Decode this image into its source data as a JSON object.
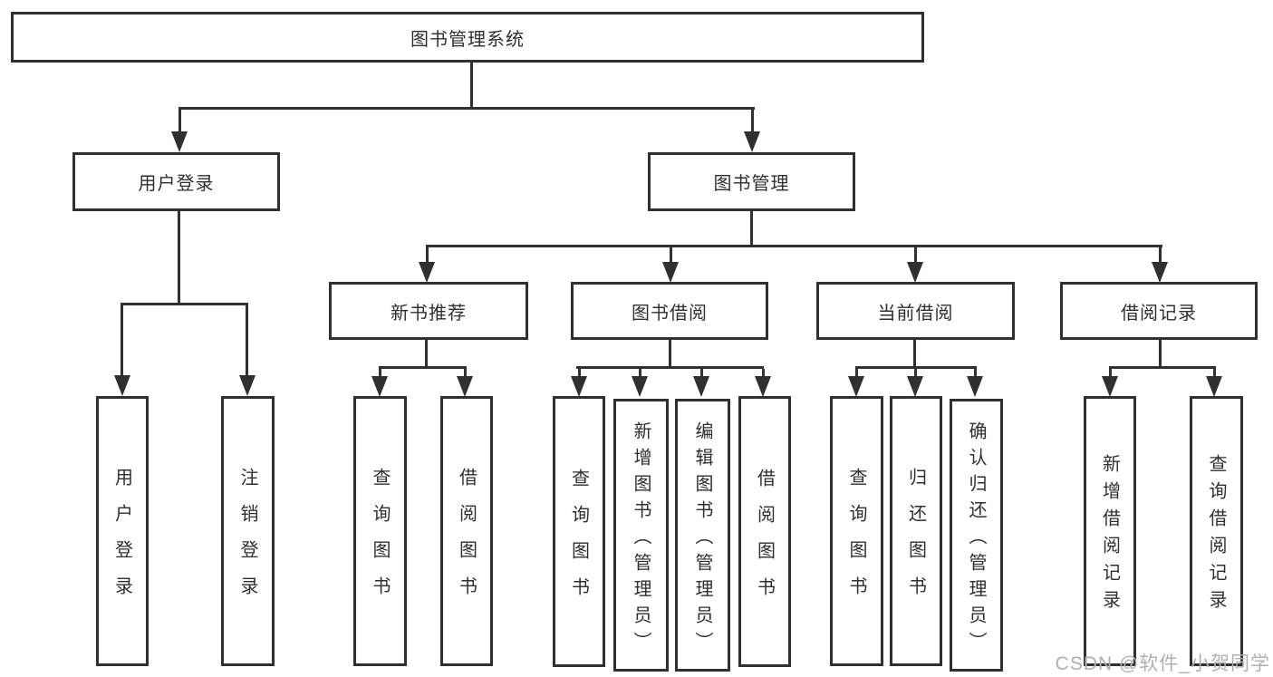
{
  "nodes": {
    "root": "图书管理系统",
    "level2": [
      "用户登录",
      "图书管理"
    ],
    "level3": [
      "新书推荐",
      "图书借阅",
      "当前借阅",
      "借阅记录"
    ],
    "leaves_user": [
      "用户登录",
      "注销登录"
    ],
    "leaves_new_books": [
      "查询图书",
      "借阅图书"
    ],
    "leaves_borrow": [
      "查询图书",
      "新增图书（管理员）",
      "编辑图书（管理员）",
      "借阅图书"
    ],
    "leaves_current": [
      "查询图书",
      "归还图书",
      "确认归还（管理员）"
    ],
    "leaves_records": [
      "新增借阅记录",
      "查询借阅记录"
    ]
  },
  "watermark": "CSDN @软件_小贺同学",
  "colors": {
    "line": "#303030",
    "text": "#2f2f2f",
    "watermark": "#b0b0b4",
    "background": "#ffffff"
  }
}
